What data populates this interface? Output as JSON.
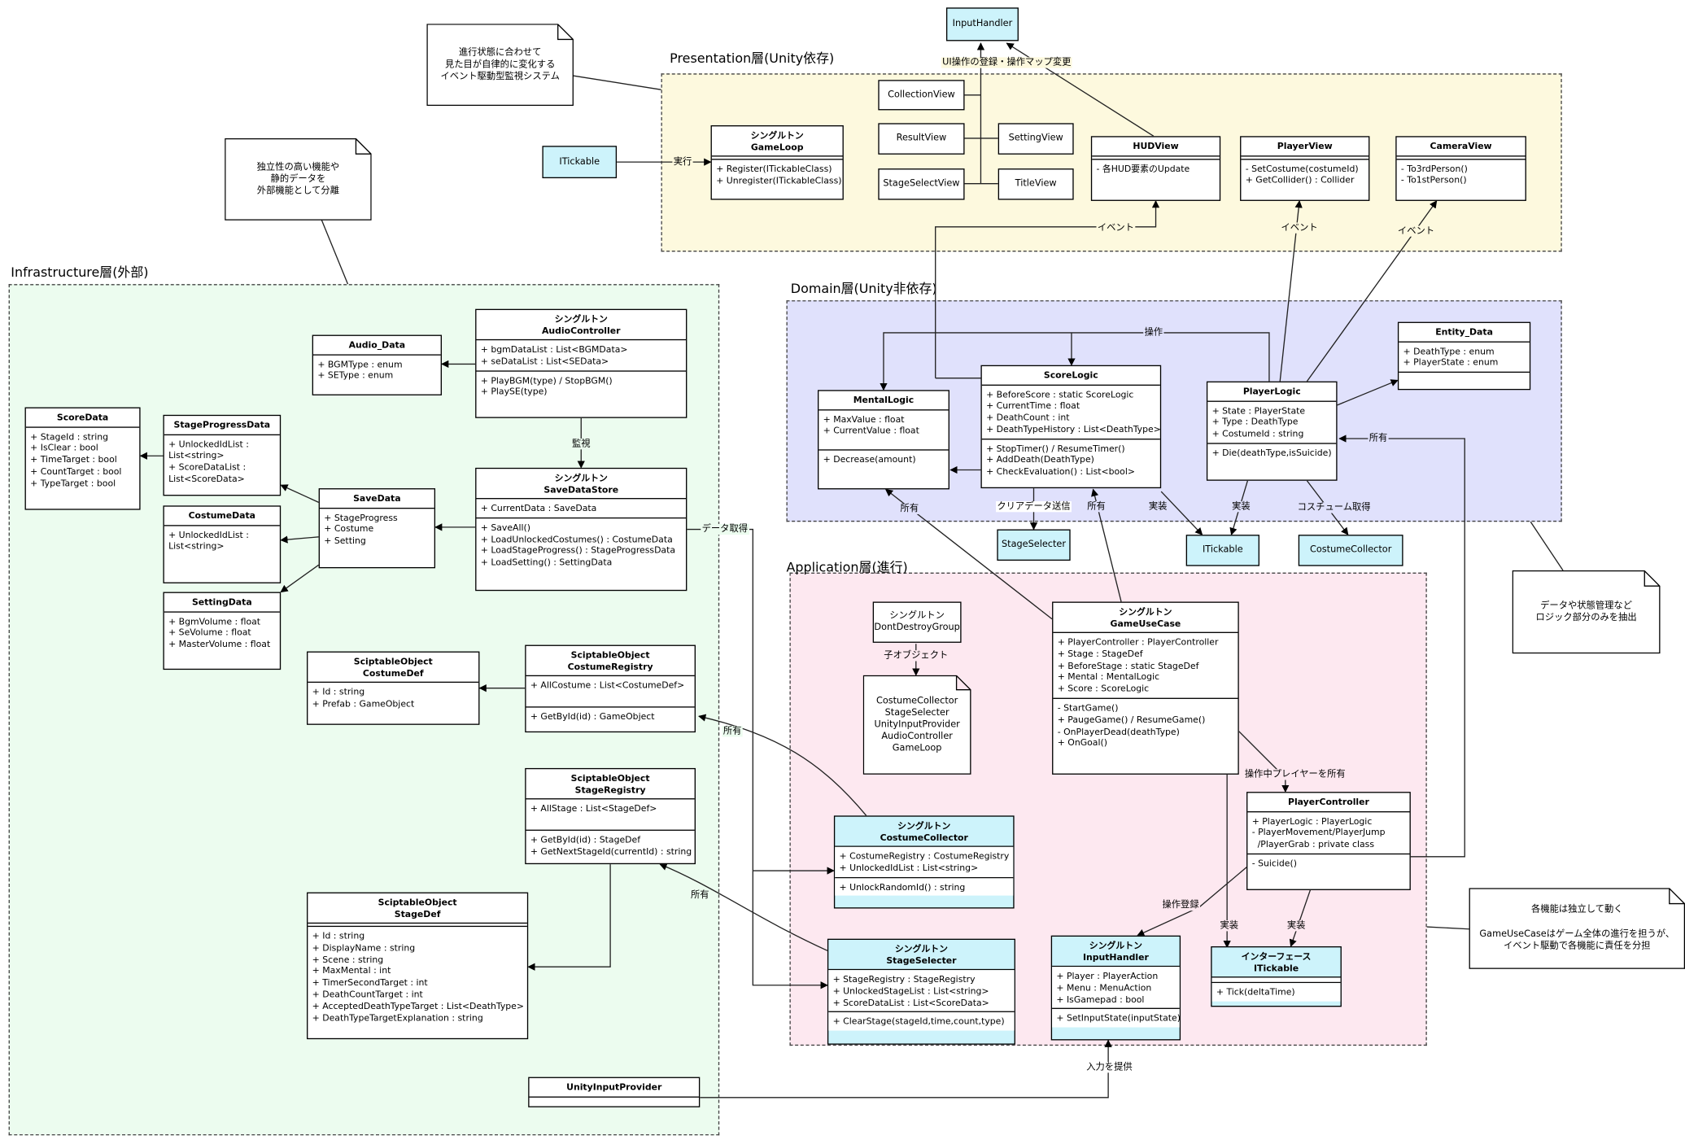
{
  "layers": {
    "presentation": "Presentation層(Unity依存)",
    "infrastructure": "Infrastructure層(外部)",
    "domain": "Domain層(Unity非依存)",
    "application": "Application層(進行)"
  },
  "colors": {
    "presentation_bg": "#fdf9de",
    "infrastructure_bg": "#ecfcef",
    "domain_bg": "#e0e1fc",
    "application_bg": "#fde8f0",
    "interface_fill": "#cdf3fb"
  },
  "notes": {
    "event_system": "進行状態に合わせて\n見た目が自律的に変化する\nイベント駆動型監視システム",
    "external": "独立性の高い機能や\n静的データを\n外部機能として分離",
    "logic_only": "データや状態管理など\nロジック部分のみを抽出",
    "independent_title": "各機能は独立して動く",
    "independent_body": "GameUseCaseはゲーム全体の進行を担うが、\nイベント駆動で各機能に責任を分担",
    "dont_destroy_children": "CostumeCollector\nStageSelecter\nUnityInputProvider\nAudioController\nGameLoop"
  },
  "boxes": {
    "input_handler_top": "InputHandler",
    "itickable_left": "ITickable",
    "collection_view": "CollectionView",
    "result_view": "ResultView",
    "setting_view": "SettingView",
    "stage_select_view": "StageSelectView",
    "title_view": "TitleView",
    "stage_selecter_ref": "StageSelecter",
    "itickable_domain": "ITickable",
    "costume_collector_ref": "CostumeCollector",
    "dont_destroy_group": "シングルトン\nDontDestroyGroup"
  },
  "classes": {
    "game_loop": {
      "name": "シングルトン\nGameLoop",
      "methods": "+ Register(ITickableClass)\n+ Unregister(ITickableClass)"
    },
    "hud_view": {
      "name": "HUDView",
      "methods": "- 各HUD要素のUpdate"
    },
    "player_view": {
      "name": "PlayerView",
      "methods": "- SetCostume(costumeId)\n+ GetCollider() : Collider"
    },
    "camera_view": {
      "name": "CameraView",
      "methods": "- To3rdPerson()\n- To1stPerson()"
    },
    "audio_data": {
      "name": "Audio_Data",
      "fields": "+ BGMType : enum\n+ SEType : enum"
    },
    "audio_controller": {
      "name": "シングルトン\nAudioController",
      "fields": "+ bgmDataList : List<BGMData>\n+ seDataList : List<SEData>",
      "methods": "+ PlayBGM(type) / StopBGM()\n+ PlaySE(type)"
    },
    "score_data": {
      "name": "ScoreData",
      "fields": "+ StageId : string\n+ IsClear : bool\n+ TimeTarget : bool\n+ CountTarget : bool\n+ TypeTarget : bool"
    },
    "stage_progress_data": {
      "name": "StageProgressData",
      "fields": "+ UnlockedIdList :\nList<string>\n+ ScoreDataList :\nList<ScoreData>"
    },
    "costume_data": {
      "name": "CostumeData",
      "fields": "+ UnlockedIdList :\nList<string>"
    },
    "setting_data": {
      "name": "SettingData",
      "fields": "+ BgmVolume : float\n+ SeVolume : float\n+ MasterVolume : float"
    },
    "save_data": {
      "name": "SaveData",
      "fields": "+ StageProgress\n+ Costume\n+ Setting"
    },
    "save_data_store": {
      "name": "シングルトン\nSaveDataStore",
      "fields": "+ CurrentData : SaveData",
      "methods": "+ SaveAll()\n+ LoadUnlockedCostumes() : CostumeData\n+ LoadStageProgress() : StageProgressData\n+ LoadSetting() : SettingData"
    },
    "costume_def": {
      "name": "SciptableObject\nCostumeDef",
      "fields": "+ Id : string\n+ Prefab : GameObject"
    },
    "costume_registry": {
      "name": "SciptableObject\nCostumeRegistry",
      "fields": "+ AllCostume : List<CostumeDef>",
      "methods": "+ GetById(id) : GameObject"
    },
    "stage_registry": {
      "name": "SciptableObject\nStageRegistry",
      "fields": "+ AllStage : List<StageDef>",
      "methods": "+ GetById(id) : StageDef\n+ GetNextStageId(currentId) : string"
    },
    "stage_def": {
      "name": "SciptableObject\nStageDef",
      "fields": "+ Id : string\n+ DisplayName : string\n+ Scene : string\n+ MaxMental : int\n+ TimerSecondTarget : int\n+ DeathCountTarget : int\n+ AcceptedDeathTypeTarget : List<DeathType>\n+ DeathTypeTargetExplanation : string"
    },
    "unity_input_provider": {
      "name": "UnityInputProvider"
    },
    "mental_logic": {
      "name": "MentalLogic",
      "fields": "+ MaxValue : float\n+ CurrentValue : float",
      "methods": "+ Decrease(amount)"
    },
    "score_logic": {
      "name": "ScoreLogic",
      "fields": "+ BeforeScore : static ScoreLogic\n+ CurrentTime : float\n+ DeathCount : int\n+ DeathTypeHistory : List<DeathType>",
      "methods": "+ StopTimer() / ResumeTimer()\n+ AddDeath(DeathType)\n+ CheckEvaluation() : List<bool>"
    },
    "player_logic": {
      "name": "PlayerLogic",
      "fields": "+ State : PlayerState\n+ Type : DeathType\n+ CostumeId : string",
      "methods": "+ Die(deathType,isSuicide)"
    },
    "entity_data": {
      "name": "Entity_Data",
      "fields": "+ DeathType : enum\n+ PlayerState : enum"
    },
    "game_use_case": {
      "name": "シングルトン\nGameUseCase",
      "fields": "+ PlayerController : PlayerController\n+ Stage : StageDef\n+ BeforeStage : static StageDef\n+ Mental : MentalLogic\n+ Score : ScoreLogic",
      "methods": "- StartGame()\n+ PaugeGame() / ResumeGame()\n- OnPlayerDead(deathType)\n+ OnGoal()"
    },
    "player_controller": {
      "name": "PlayerController",
      "fields": "+ PlayerLogic : PlayerLogic\n- PlayerMovement/PlayerJump\n  /PlayerGrab : private class",
      "methods": "- Suicide()"
    },
    "costume_collector": {
      "name": "シングルトン\nCostumeCollector",
      "fields": "+ CostumeRegistry : CostumeRegistry\n+ UnlockedIdList : List<string>",
      "methods": "+ UnlockRandomId() : string"
    },
    "stage_selecter": {
      "name": "シングルトン\nStageSelecter",
      "fields": "+ StageRegistry : StageRegistry\n+ UnlockedStageList : List<string>\n+ ScoreDataList : List<ScoreData>",
      "methods": "+ ClearStage(stageId,time,count,type)"
    },
    "input_handler": {
      "name": "シングルトン\nInputHandler",
      "fields": "+ Player : PlayerAction\n+ Menu : MenuAction\n+ IsGamepad : bool",
      "methods": "+ SetInputState(inputState)"
    },
    "itickable_interface": {
      "name": "インターフェース\nITickable",
      "methods": "+ Tick(deltaTime)"
    }
  },
  "labels": {
    "ui_register": "UI操作の登録・操作マップ変更",
    "execute": "実行",
    "event_hud": "イベント",
    "event_player": "イベント",
    "event_camera": "イベント",
    "operation": "操作",
    "monitor": "監視",
    "get_data": "データ取得",
    "owned_registry": "所有",
    "owned_stage_registry": "所有",
    "clear_data_send": "クリアデータ送信",
    "owned_mental": "所有",
    "owned_score": "所有",
    "impl_score": "実装",
    "impl_player": "実装",
    "costume_get": "コスチューム取得",
    "owned_player": "所有",
    "child_object": "子オブジェクト",
    "owns_active_player": "操作中プレイヤーを所有",
    "input_register": "操作登録",
    "impl_usecase": "実装",
    "impl_controller": "実装",
    "provide_input": "入力を提供"
  }
}
